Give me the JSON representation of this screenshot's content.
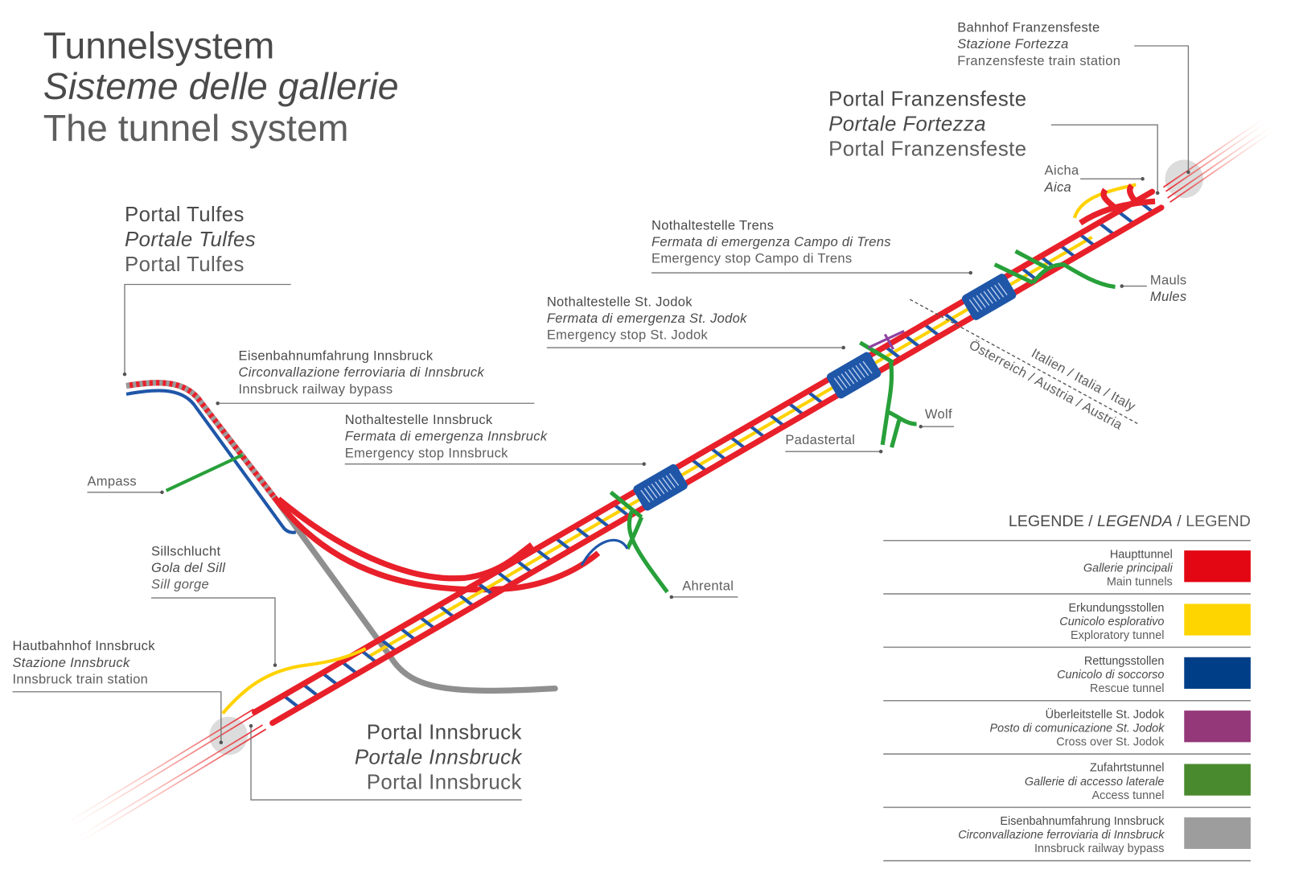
{
  "title": {
    "de": "Tunnelsystem",
    "it": "Sisteme delle gallerie",
    "en": "The tunnel system"
  },
  "labels": {
    "bahnhof_franzensfeste": {
      "de": "Bahnhof Franzensfeste",
      "it": "Stazione Fortezza",
      "en": "Franzensfeste train station"
    },
    "portal_franzensfeste": {
      "de": "Portal Franzensfeste",
      "it": "Portale Fortezza",
      "en": "Portal Franzensfeste"
    },
    "aicha": {
      "de": "Aicha",
      "it": "Aica"
    },
    "mauls": {
      "de": "Mauls",
      "it": "Mules"
    },
    "trens": {
      "de": "Nothaltestelle Trens",
      "it": "Fermata di emergenza Campo di Trens",
      "en": "Emergency stop Campo di Trens"
    },
    "st_jodok": {
      "de": "Nothaltestelle St. Jodok",
      "it": "Fermata di emergenza St. Jodok",
      "en": "Emergency stop St. Jodok"
    },
    "portal_tulfes": {
      "de": "Portal Tulfes",
      "it": "Portale Tulfes",
      "en": "Portal Tulfes"
    },
    "bypass": {
      "de": "Eisenbahnumfahrung Innsbruck",
      "it": "Circonvallazione ferroviaria di Innsbruck",
      "en": "Innsbruck railway bypass"
    },
    "stop_innsbruck": {
      "de": "Nothaltestelle Innsbruck",
      "it": "Fermata di emergenza Innsbruck",
      "en": "Emergency stop Innsbruck"
    },
    "ampass": {
      "de": "Ampass"
    },
    "sillschlucht": {
      "de": "Sillschlucht",
      "it": "Gola del Sill",
      "en": "Sill gorge"
    },
    "hbf_innsbruck": {
      "de": "Hautbahnhof Innsbruck",
      "it": "Stazione Innsbruck",
      "en": "Innsbruck train station"
    },
    "portal_innsbruck": {
      "de": "Portal Innsbruck",
      "it": "Portale Innsbruck",
      "en": "Portal Innsbruck"
    },
    "ahrental": {
      "de": "Ahrental"
    },
    "padastertal": {
      "de": "Padastertal"
    },
    "wolf": {
      "de": "Wolf"
    },
    "border_italy": "Italien / Italia / Italy",
    "border_austria": "Österreich / Austria / Austria"
  },
  "legend": {
    "title_de": "LEGENDE",
    "title_it": "LEGENDA",
    "title_en": "LEGEND",
    "separator": "/",
    "items": [
      {
        "de": "Haupttunnel",
        "it": "Gallerie principali",
        "en": "Main tunnels",
        "color": "#e30613"
      },
      {
        "de": "Erkundungsstollen",
        "it": "Cunicolo esplorativo",
        "en": "Exploratory tunnel",
        "color": "#ffd500"
      },
      {
        "de": "Rettungsstollen",
        "it": "Cunicolo di soccorso",
        "en": "Rescue tunnel",
        "color": "#003f87"
      },
      {
        "de": "Überleitstelle St. Jodok",
        "it": "Posto di comunicazione St. Jodok",
        "en": "Cross over St. Jodok",
        "color": "#94387a"
      },
      {
        "de": "Zufahrtstunnel",
        "it": "Gallerie di accesso laterale",
        "en": "Access tunnel",
        "color": "#4a8a2e"
      },
      {
        "de": "Eisenbahnumfahrung Innsbruck",
        "it": "Circonvallazione ferroviaria di Innsbruck",
        "en": "Innsbruck railway bypass",
        "color": "#9d9d9d"
      }
    ]
  },
  "colors": {
    "main_tunnel": "#e8202a",
    "exploratory": "#ffd200",
    "rescue": "#1f56a8",
    "crossover": "#8e3fa0",
    "access": "#28a03a",
    "bypass": "#8f8f8f",
    "portal_zone": "#dcdcdc",
    "text": "#4a4a4a"
  }
}
